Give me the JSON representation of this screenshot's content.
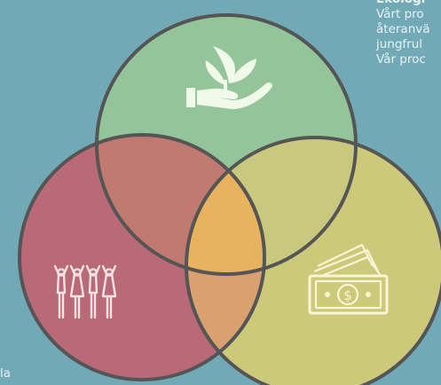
{
  "diagram": {
    "circles": [
      {
        "id": "environmental",
        "icon": "plant-in-hand-icon",
        "fill": "#93c49a",
        "edge": "#7cb785"
      },
      {
        "id": "social",
        "icon": "people-cheering-icon",
        "fill": "#b96a76",
        "edge": "#b75a68"
      },
      {
        "id": "economic",
        "icon": "money-bills-icon",
        "fill": "#cdc97a",
        "edge": "#d1c86c"
      }
    ],
    "center_fill": "#e8b35f",
    "outline_color": "#555555"
  },
  "ecology_note": {
    "heading": "Ekologi",
    "lines": [
      "Vårt pro",
      "återanvä",
      "jungfrul",
      "Vår proc"
    ]
  },
  "social_note_fragment": "la"
}
